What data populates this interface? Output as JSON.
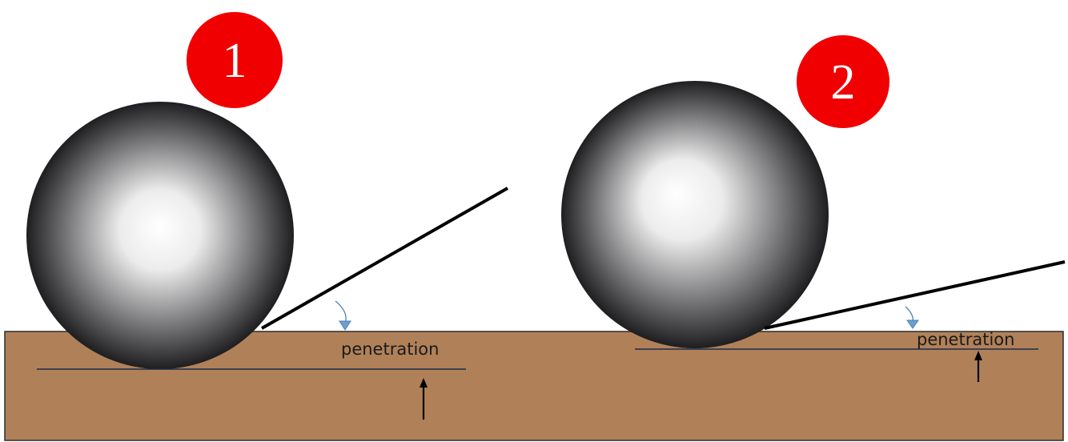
{
  "colors": {
    "background": "#ffffff",
    "ground": "#b08159",
    "ground_outline": "#2b2b2b",
    "badge": "#f00000",
    "badge_text": "#ffffff",
    "ball_highlight": "#ffffff",
    "ball_shadow": "#232323",
    "blade": "#000000",
    "penetration_line": "#1a2a4a",
    "angle_arrow": "#4a7fb5",
    "up_arrow": "#000000"
  },
  "panels": [
    {
      "badge": "1",
      "penetration_label": "penetration"
    },
    {
      "badge": "2",
      "penetration_label": "penetration"
    }
  ]
}
